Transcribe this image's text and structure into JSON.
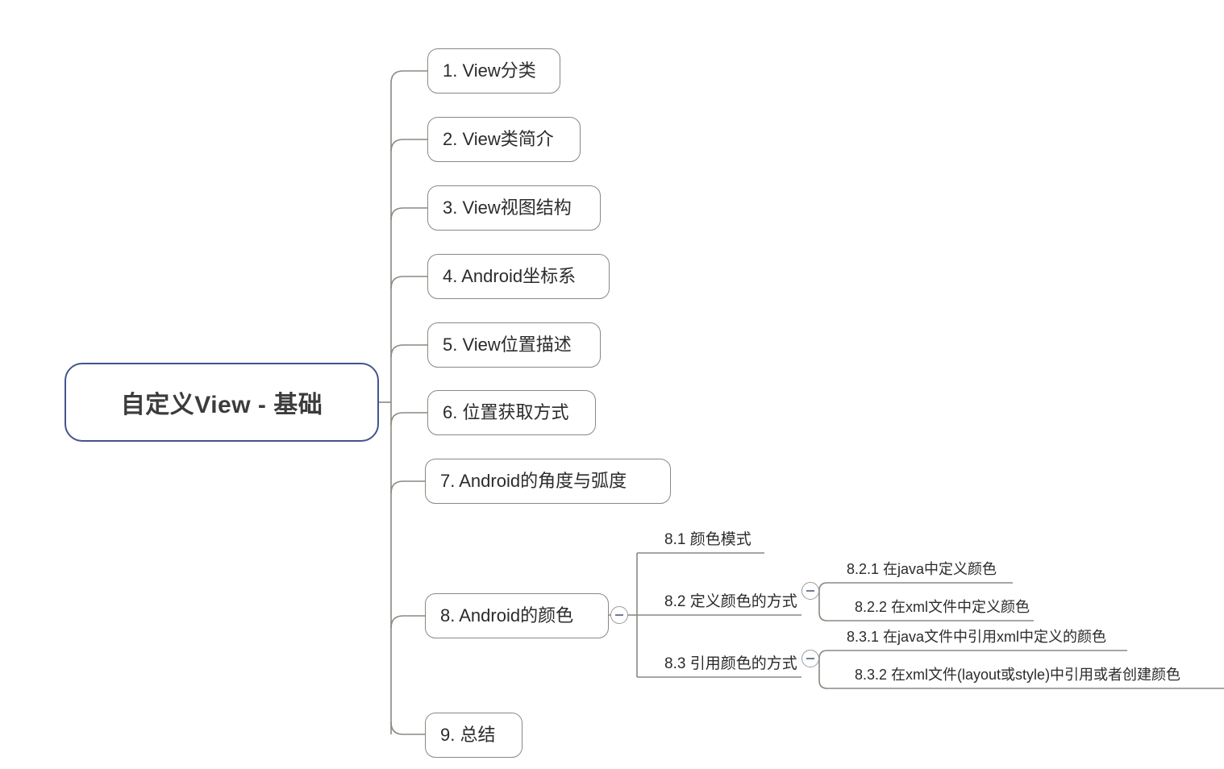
{
  "diagram": {
    "type": "mind-map",
    "title": "自定义View - 基础",
    "background_color": "#ffffff",
    "root_border_color": "#44548c",
    "branch_border_color": "#8c8880",
    "connector_color": "#8c8880",
    "text_color": "#2b2b2b"
  },
  "root": {
    "label": "自定义View - 基础"
  },
  "branches": [
    {
      "id": "b1",
      "label": "1. View分类"
    },
    {
      "id": "b2",
      "label": "2. View类简介"
    },
    {
      "id": "b3",
      "label": "3. View视图结构"
    },
    {
      "id": "b4",
      "label": "4. Android坐标系"
    },
    {
      "id": "b5",
      "label": "5. View位置描述"
    },
    {
      "id": "b6",
      "label": "6. 位置获取方式"
    },
    {
      "id": "b7",
      "label": "7. Android的角度与弧度"
    },
    {
      "id": "b8",
      "label": "8. Android的颜色"
    },
    {
      "id": "b9",
      "label": "9. 总结"
    }
  ],
  "subnodes_8": [
    {
      "id": "s81",
      "label": "8.1 颜色模式",
      "has_toggle": false
    },
    {
      "id": "s82",
      "label": "8.2 定义颜色的方式",
      "has_toggle": true
    },
    {
      "id": "s83",
      "label": "8.3 引用颜色的方式",
      "has_toggle": true
    }
  ],
  "subnodes_82": [
    {
      "id": "s821",
      "label": "8.2.1 在java中定义颜色"
    },
    {
      "id": "s822",
      "label": "8.2.2 在xml文件中定义颜色"
    }
  ],
  "subnodes_83": [
    {
      "id": "s831",
      "label": "8.3.1 在java文件中引用xml中定义的颜色"
    },
    {
      "id": "s832",
      "label": "8.3.2 在xml文件(layout或style)中引用或者创建颜色"
    }
  ],
  "toggles": {
    "node8": {
      "state": "expanded",
      "icon": "minus-circle-icon"
    },
    "node82": {
      "state": "expanded",
      "icon": "minus-circle-icon"
    },
    "node83": {
      "state": "expanded",
      "icon": "minus-circle-icon"
    }
  }
}
